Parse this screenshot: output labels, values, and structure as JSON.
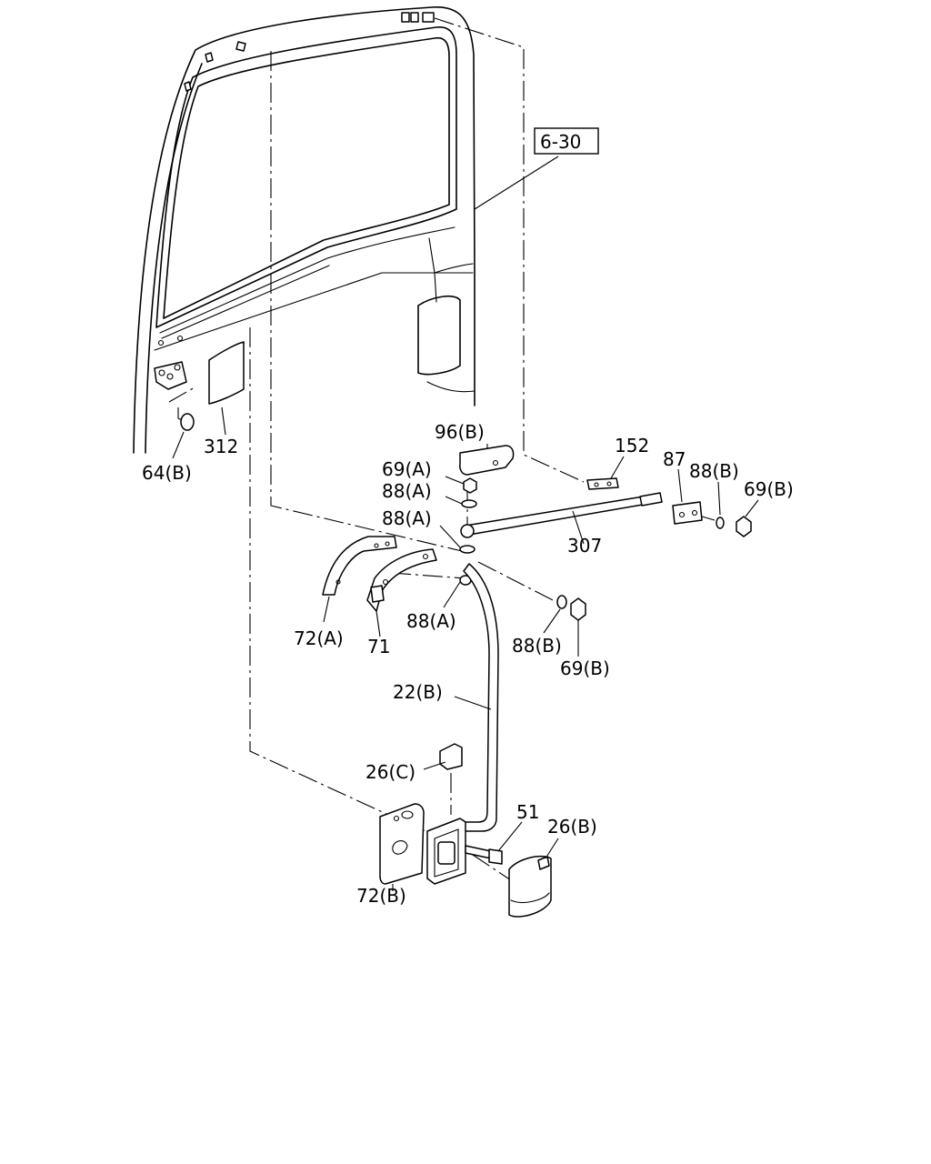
{
  "labels": {
    "ref_6_30": "6-30",
    "p312": "312",
    "p64b": "64(B)",
    "p96b": "96(B)",
    "p152": "152",
    "p87": "87",
    "p88b_top": "88(B)",
    "p69b_top": "69(B)",
    "p69a": "69(A)",
    "p88a_1": "88(A)",
    "p88a_2": "88(A)",
    "p307": "307",
    "p72a": "72(A)",
    "p71": "71",
    "p88a_3": "88(A)",
    "p88b_mid": "88(B)",
    "p69b_mid": "69(B)",
    "p22b": "22(B)",
    "p26c": "26(C)",
    "p51": "51",
    "p26b": "26(B)",
    "p72b": "72(B)"
  }
}
